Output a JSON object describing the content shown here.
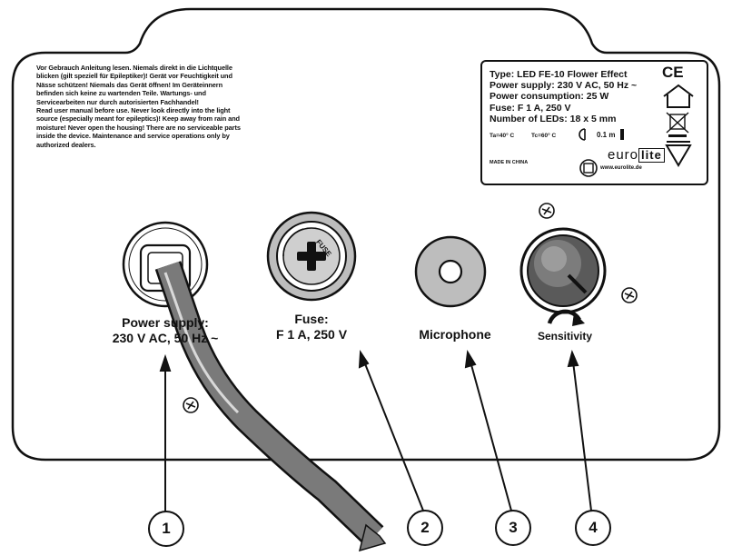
{
  "warning_text": [
    "Vor Gebrauch Anleitung lesen. Niemals direkt in die Lichtquelle",
    "blicken (gilt speziell für Epileptiker)! Gerät vor Feuchtigkeit und",
    "Nässe schützen! Niemals das Gerät öffnen! Im Geräteinnern",
    "befinden sich keine zu wartenden Teile. Wartungs- und",
    "Servicearbeiten nur durch autorisierten Fachhandel!",
    "Read user manual before use. Never look directly into the light",
    "source (especially meant for epileptics)! Keep away from rain and",
    "moisture! Never open the housing! There are no serviceable parts",
    "inside the device. Maintenance and service operations only by",
    "authorized dealers."
  ],
  "nameplate": {
    "lines": [
      "Type: LED FE-10 Flower Effect",
      "Power supply: 230 V AC, 50 Hz ~",
      "Power consumption: 25 W",
      "Fuse: F 1 A, 250 V",
      "Number of LEDs: 18 x 5 mm"
    ],
    "temp_a": "Ta=40° C",
    "temp_c": "Tc=60° C",
    "distance": "0.1 m",
    "made_in": "MADE IN CHINA",
    "brand_prefix": "euro",
    "brand_suffix": "lite",
    "website": "www.eurolite.de",
    "ce_mark": "CE"
  },
  "fuse_cap_text": "FUSE",
  "labels": {
    "power": [
      "Power supply:",
      "230 V AC, 50 Hz ~"
    ],
    "fuse": [
      "Fuse:",
      "F 1 A, 250 V"
    ],
    "microphone": "Microphone",
    "sensitivity": "Sensitivity"
  },
  "callouts": [
    "1",
    "2",
    "3",
    "4"
  ]
}
